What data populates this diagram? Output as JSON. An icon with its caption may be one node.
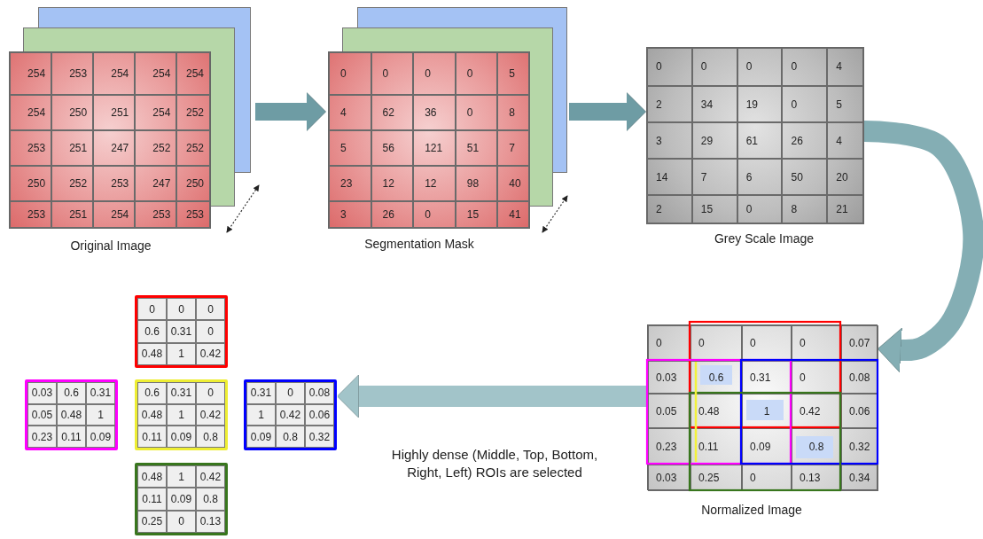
{
  "diagram": {
    "nodes": [
      {
        "text": [
          "254",
          "253",
          "254",
          "254",
          "254",
          "254",
          "250",
          "251",
          "254",
          "252",
          "253",
          "251",
          "247",
          "252",
          "252",
          "250",
          "252",
          "253",
          "247",
          "250",
          "253",
          "251",
          "254",
          "253",
          "253"
        ],
        "beside": [
          "Original Image"
        ]
      },
      {
        "text": [
          "0",
          "0",
          "0",
          "0",
          "5",
          "4",
          "62",
          "36",
          "0",
          "8",
          "5",
          "56",
          "121",
          "51",
          "7",
          "23",
          "12",
          "12",
          "98",
          "40",
          "3",
          "26",
          "0",
          "15",
          "41"
        ],
        "beside": [
          "Segmentation Mask"
        ]
      },
      {
        "text": [
          "0",
          "0",
          "0",
          "0",
          "4",
          "2",
          "34",
          "19",
          "0",
          "5",
          "3",
          "29",
          "61",
          "26",
          "4",
          "14",
          "7",
          "6",
          "50",
          "20",
          "2",
          "15",
          "0",
          "8",
          "21"
        ],
        "beside": [
          "Grey Scale Image"
        ]
      },
      {
        "text": [
          "0",
          "0",
          "0",
          "0",
          "0.07",
          "0.03",
          "0.6",
          "0.31",
          "0",
          "0.08",
          "0.05",
          "0.48",
          "1",
          "0.42",
          "0.06",
          "0.23",
          "0.11",
          "0.09",
          "0.8",
          "0.32",
          "0.03",
          "0.25",
          "0",
          "0.13",
          "0.34"
        ],
        "beside": [
          "Normalized Image"
        ]
      },
      {
        "text": [
          "0",
          "0",
          "0",
          "0.6",
          "0.31",
          "0",
          "0.48",
          "1",
          "0.42"
        ]
      },
      {
        "text": [
          "0.03",
          "0.6",
          "0.31",
          "0.05",
          "0.48",
          "1",
          "0.23",
          "0.11",
          "0.09"
        ]
      },
      {
        "text": [
          "0.6",
          "0.31",
          "0",
          "0.48",
          "1",
          "0.42",
          "0.11",
          "0.09",
          "0.8"
        ]
      },
      {
        "text": [
          "0.31",
          "0",
          "0.08",
          "1",
          "0.42",
          "0.06",
          "0.09",
          "0.8",
          "0.32"
        ]
      },
      {
        "text": [
          "0.48",
          "1",
          "0.42",
          "0.11",
          "0.09",
          "0.8",
          "0.25",
          "0",
          "0.13"
        ]
      }
    ],
    "edges": [
      {
        "from": 0,
        "to": 1,
        "arrow": "to"
      },
      {
        "from": 1,
        "to": 2,
        "arrow": "to"
      },
      {
        "from": 2,
        "to": 3,
        "arrow": "to",
        "color": "#84aeb4"
      },
      {
        "from": 3,
        "to": 7,
        "arrow": "to",
        "color": "#a2c4c9"
      }
    ],
    "labels": [
      "Highly dense (Middle, Top, Bottom, Right, Left) ROIs are selected"
    ]
  }
}
